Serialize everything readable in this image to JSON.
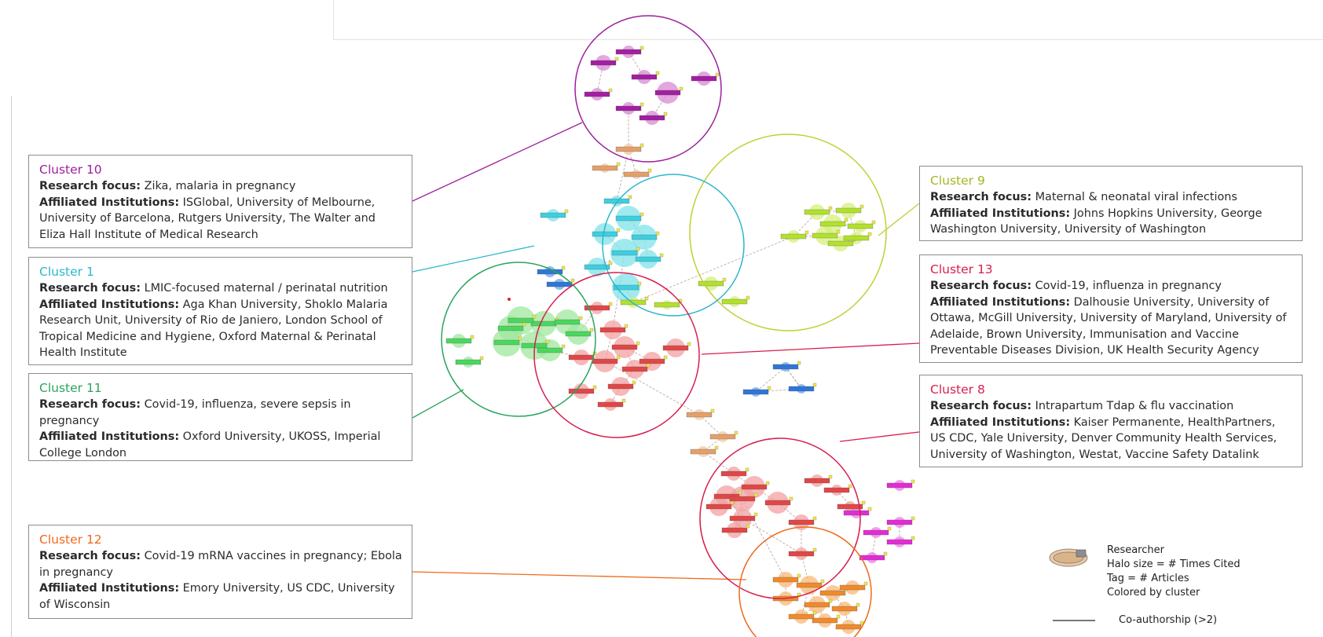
{
  "clusters": {
    "c10": {
      "title": "Cluster 10",
      "focus_label": "Research focus:",
      "focus": "Zika, malaria in pregnancy",
      "inst_label": "Affiliated Institutions:",
      "inst": "ISGlobal, University of Melbourne, University of Barcelona, Rutgers University, The Walter and Eliza Hall Institute of Medical Research",
      "color": "#9b1f9b"
    },
    "c1": {
      "title": "Cluster 1",
      "focus_label": "Research focus:",
      "focus": "LMIC-focused maternal / perinatal nutrition",
      "inst_label": "Affiliated Institutions:",
      "inst": "Aga Khan University, Shoklo Malaria Research Unit, University of Rio de Janiero, London School of Tropical Medicine and Hygiene, Oxford Maternal & Perinatal Health Institute",
      "color": "#2bb7cc"
    },
    "c11": {
      "title": "Cluster 11",
      "focus_label": "Research focus:",
      "focus": "Covid-19, influenza, severe sepsis in pregnancy",
      "inst_label": "Affiliated Institutions:",
      "inst": "Oxford University, UKOSS, Imperial College London",
      "color": "#2aa55e"
    },
    "c12": {
      "title": "Cluster 12",
      "focus_label": "Research focus:",
      "focus": "Covid-19 mRNA vaccines in pregnancy; Ebola in pregnancy",
      "inst_label": "Affiliated Institutions:",
      "inst": "Emory University, US CDC, University of Wisconsin",
      "color": "#ee6a1c"
    },
    "c9": {
      "title": "Cluster 9",
      "focus_label": "Research focus:",
      "focus": "Maternal & neonatal viral infections",
      "inst_label": "Affiliated Institutions:",
      "inst": "Johns Hopkins University, George Washington University, University of Washington",
      "color": "#a7b526"
    },
    "c13": {
      "title": "Cluster 13",
      "focus_label": "Research focus:",
      "focus": "Covid-19, influenza in pregnancy",
      "inst_label": "Affiliated Institutions:",
      "inst": "Dalhousie University, University of Ottawa, McGill University, University of Maryland, University of Adelaide, Brown University, Immunisation and Vaccine Preventable Diseases Division, UK Health Security Agency",
      "color": "#d81e4e"
    },
    "c8": {
      "title": "Cluster 8",
      "focus_label": "Research focus:",
      "focus": "Intrapartum Tdap & flu vaccination",
      "inst_label": "Affiliated Institutions:",
      "inst": "Kaiser Permanente, HealthPartners, US CDC, Yale University, Denver Community Health Services, University of Washington, Westat, Vaccine Safety Datalink",
      "color": "#d81e4e"
    }
  },
  "legend": {
    "researcher": "Researcher",
    "halo": "Halo size = # Times Cited",
    "tag": "Tag = # Articles",
    "colored": "Colored by cluster",
    "coauthor": "Co-authorship (>2)"
  }
}
